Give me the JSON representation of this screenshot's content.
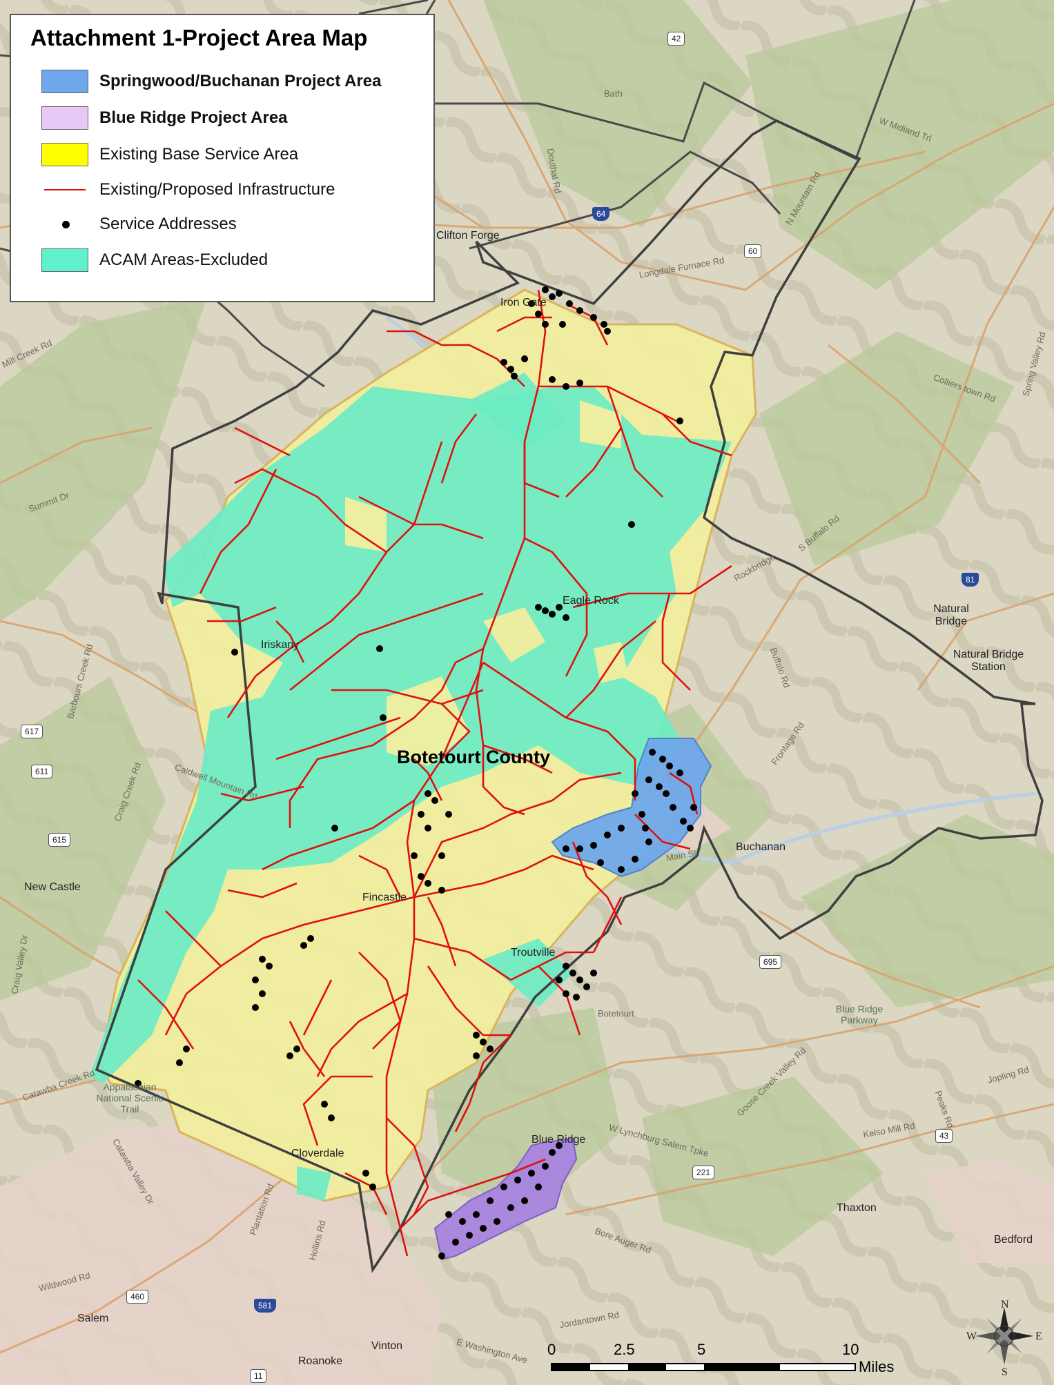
{
  "map": {
    "title": "Attachment 1-Project Area Map",
    "county_label": "Botetourt County"
  },
  "legend": {
    "items": [
      {
        "label": "Springwood/Buchanan Project Area",
        "color": "#6fa8ea",
        "kind": "fill",
        "bold": true
      },
      {
        "label": "Blue Ridge Project Area",
        "color": "#e8c8f4",
        "kind": "fill",
        "bold": true
      },
      {
        "label": "Existing Base Service Area",
        "color": "#ffff00",
        "kind": "fill",
        "bold": false
      },
      {
        "label": "Existing/Proposed Infrastructure",
        "color": "#e01010",
        "kind": "line",
        "bold": false
      },
      {
        "label": "Service Addresses",
        "color": "#000000",
        "kind": "dot",
        "bold": false
      },
      {
        "label": "ACAM Areas-Excluded",
        "color": "#5ff0cc",
        "kind": "fill",
        "bold": false
      }
    ]
  },
  "places": [
    {
      "name": "Clifton Forge"
    },
    {
      "name": "Iron Gate"
    },
    {
      "name": "Eagle Rock"
    },
    {
      "name": "Iriskany"
    },
    {
      "name": "Natural Bridge"
    },
    {
      "name": "Natural Bridge Station"
    },
    {
      "name": "Buchanan"
    },
    {
      "name": "New Castle"
    },
    {
      "name": "Fincastle"
    },
    {
      "name": "Troutville"
    },
    {
      "name": "Blue Ridge"
    },
    {
      "name": "Cloverdale"
    },
    {
      "name": "Thaxton"
    },
    {
      "name": "Bedford"
    },
    {
      "name": "Salem"
    },
    {
      "name": "Roanoke"
    },
    {
      "name": "Vinton"
    },
    {
      "name": "Appalachian National Scenic Trail"
    },
    {
      "name": "Blue Ridge Parkway"
    },
    {
      "name": "Botetourt"
    }
  ],
  "roads": [
    {
      "name": "Douthat Rd"
    },
    {
      "name": "Bath"
    },
    {
      "name": "W Midland Trl"
    },
    {
      "name": "N Mountain Rd"
    },
    {
      "name": "Longdale Furnace Rd"
    },
    {
      "name": "Colliers town Rd"
    },
    {
      "name": "Spring Valley Rd"
    },
    {
      "name": "S Buffalo Rd"
    },
    {
      "name": "Rockbridge"
    },
    {
      "name": "Buffalo Rd"
    },
    {
      "name": "Frontage Rd"
    },
    {
      "name": "Barbours Creek Rd"
    },
    {
      "name": "Craig Creek Rd"
    },
    {
      "name": "Caldwell Mountain Rd"
    },
    {
      "name": "Craig Valley Dr"
    },
    {
      "name": "Catawba Creek Rd"
    },
    {
      "name": "Catawba Valley Dr"
    },
    {
      "name": "Goose Creek Valley Rd"
    },
    {
      "name": "Jopling Rd"
    },
    {
      "name": "Peaks Rd"
    },
    {
      "name": "Kelso Mill Rd"
    },
    {
      "name": "W Lynchburg Salem Tpke"
    },
    {
      "name": "Bore Auger Rd"
    },
    {
      "name": "Jordantown Rd"
    },
    {
      "name": "E Washington Ave"
    },
    {
      "name": "Plantation Rd"
    },
    {
      "name": "Hollins Rd"
    },
    {
      "name": "Wildwood Rd"
    },
    {
      "name": "Main St"
    },
    {
      "name": "Summit Dr"
    },
    {
      "name": "Mill Creek Rd"
    }
  ],
  "shields": [
    {
      "num": "42",
      "kind": "state"
    },
    {
      "num": "64",
      "kind": "interstate"
    },
    {
      "num": "60",
      "kind": "us"
    },
    {
      "num": "81",
      "kind": "interstate"
    },
    {
      "num": "617",
      "kind": "state"
    },
    {
      "num": "611",
      "kind": "state"
    },
    {
      "num": "615",
      "kind": "state"
    },
    {
      "num": "695",
      "kind": "state"
    },
    {
      "num": "221",
      "kind": "us"
    },
    {
      "num": "43",
      "kind": "state"
    },
    {
      "num": "460",
      "kind": "us"
    },
    {
      "num": "581",
      "kind": "interstate"
    },
    {
      "num": "11",
      "kind": "us"
    }
  ],
  "scale": {
    "ticks": [
      "0",
      "2.5",
      "5",
      "10"
    ],
    "unit": "Miles"
  },
  "compass": {
    "n": "N",
    "s": "S",
    "e": "E",
    "w": "W"
  }
}
